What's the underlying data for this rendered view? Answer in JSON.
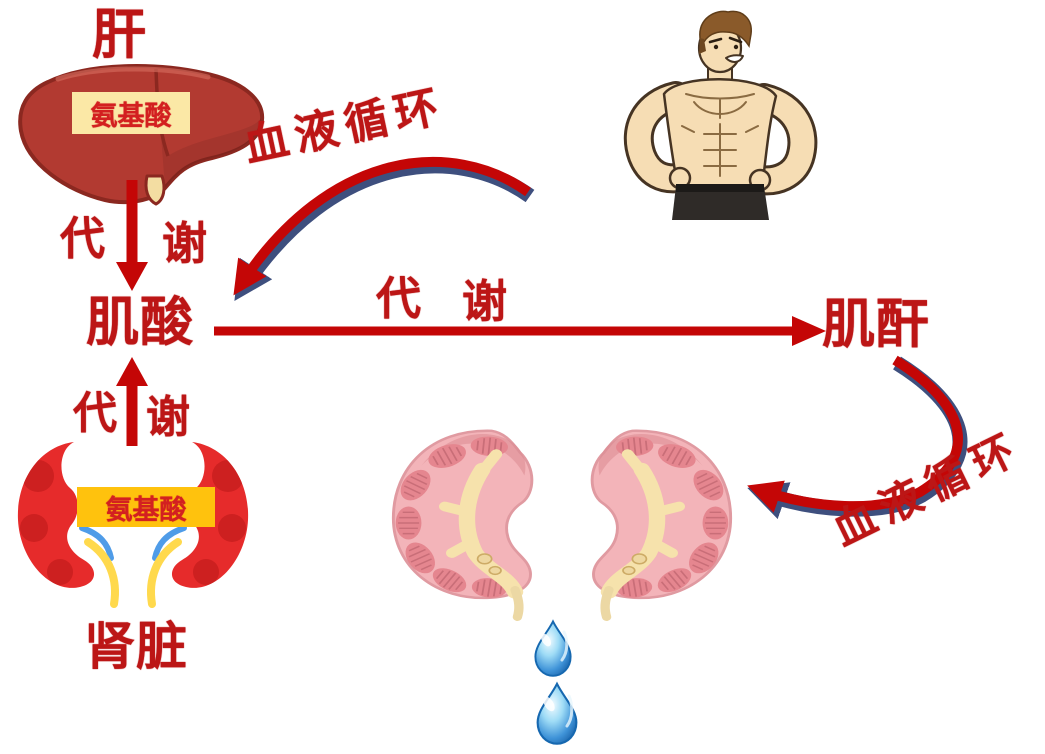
{
  "colors": {
    "text-red": "#bc1616",
    "arrow-red": "#c40606",
    "curve-outline": "#3e4f7e",
    "tag-text": "#d32020",
    "tag-bg-liver": "#fbe8a6",
    "tag-bg-kidney": "#ffc20d",
    "background": "#ffffff"
  },
  "nodes": {
    "liver": {
      "title": "肝",
      "tag": "氨基酸"
    },
    "kidneys_cartoon": {
      "title": "肾脏",
      "tag": "氨基酸"
    },
    "creatine": {
      "label": "肌酸"
    },
    "creatinine": {
      "label": "肌酐"
    }
  },
  "edges": {
    "liver_to_creatine": {
      "left": "代",
      "right": "谢"
    },
    "kidneys_to_creatine": {
      "left": "代",
      "right": "谢"
    },
    "creatine_to_creatinine": {
      "left": "代",
      "right": "谢"
    },
    "muscle_to_creatine": {
      "label": "血液循环"
    },
    "creatinine_to_kidneys": {
      "label": "血液循环"
    }
  },
  "illustrations": {
    "liver": "liver-illustration",
    "muscle_man": "muscle-man-illustration",
    "kidneys_cartoon": "cartoon-kidneys-illustration",
    "kidneys_anatomy": "anatomical-kidneys-illustration",
    "water_drops": "water-drops-illustration"
  }
}
